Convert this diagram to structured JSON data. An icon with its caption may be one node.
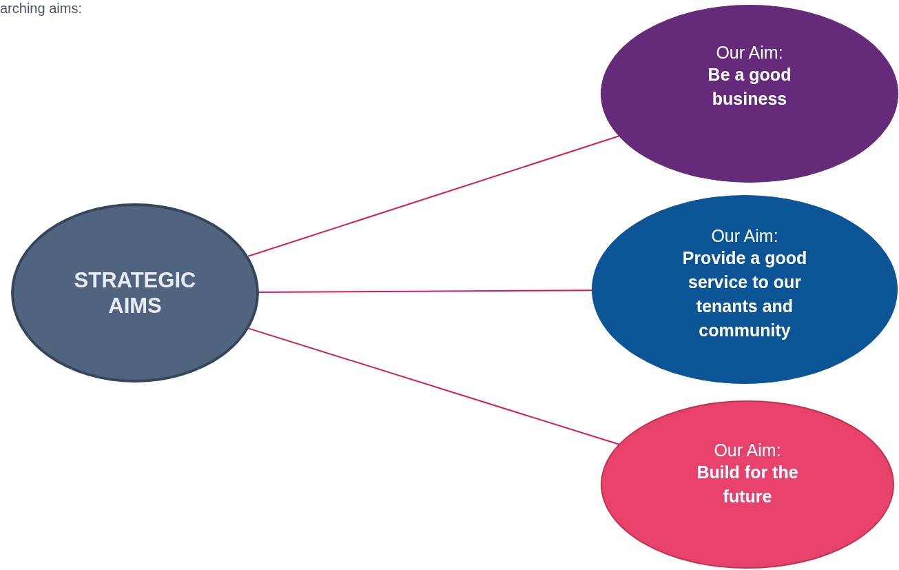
{
  "diagram": {
    "nodes": [
      {
        "text": [
          "STRATEGIC AIMS"
        ]
      },
      {
        "text": [
          "Our Aim:",
          "Be a good business"
        ]
      },
      {
        "text": [
          "Our Aim:",
          "Provide a good service to our tenants and community"
        ]
      },
      {
        "text": [
          "Our Aim:",
          "Build for the future"
        ]
      }
    ],
    "edges": [
      {
        "from": 0,
        "to": 1,
        "arrow": "none"
      },
      {
        "from": 0,
        "to": 2,
        "arrow": "none"
      },
      {
        "from": 0,
        "to": 3,
        "arrow": "none"
      }
    ],
    "labels": [
      "arching aims:"
    ]
  }
}
